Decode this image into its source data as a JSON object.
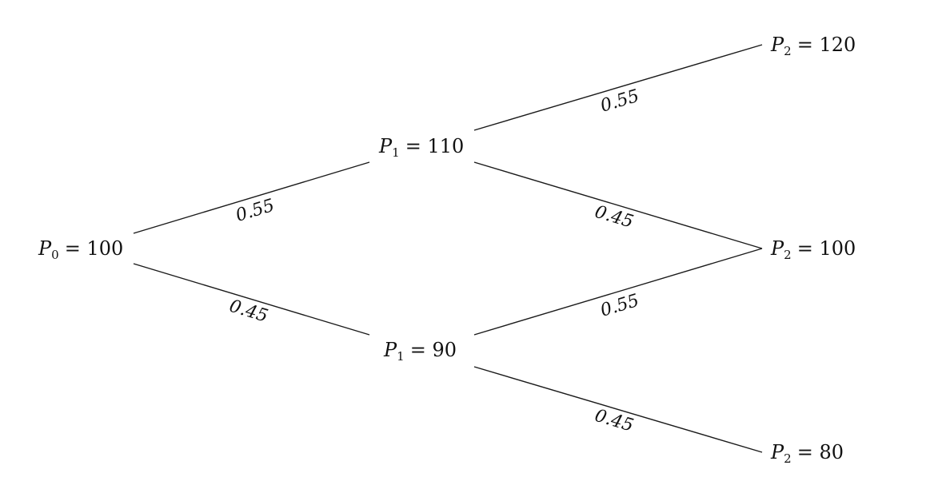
{
  "nodes": [
    {
      "id": "n0",
      "var": "P",
      "sub": "0",
      "value": "= 100"
    },
    {
      "id": "n1u",
      "var": "P",
      "sub": "1",
      "value": "= 110"
    },
    {
      "id": "n1d",
      "var": "P",
      "sub": "1",
      "value": "= 90"
    },
    {
      "id": "n2a",
      "var": "P",
      "sub": "2",
      "value": "= 120"
    },
    {
      "id": "n2b",
      "var": "P",
      "sub": "2",
      "value": "= 100"
    },
    {
      "id": "n2c",
      "var": "P",
      "sub": "2",
      "value": "= 80"
    }
  ],
  "edges": [
    {
      "from": "n0",
      "to": "n1u",
      "prob": "0.55"
    },
    {
      "from": "n0",
      "to": "n1d",
      "prob": "0.45"
    },
    {
      "from": "n1u",
      "to": "n2a",
      "prob": "0.55"
    },
    {
      "from": "n1u",
      "to": "n2b",
      "prob": "0.45"
    },
    {
      "from": "n1d",
      "to": "n2b",
      "prob": "0.55"
    },
    {
      "from": "n1d",
      "to": "n2c",
      "prob": "0.45"
    }
  ],
  "colors": {
    "line": "#1a1a1a",
    "text": "#111111",
    "background": "#ffffff"
  }
}
